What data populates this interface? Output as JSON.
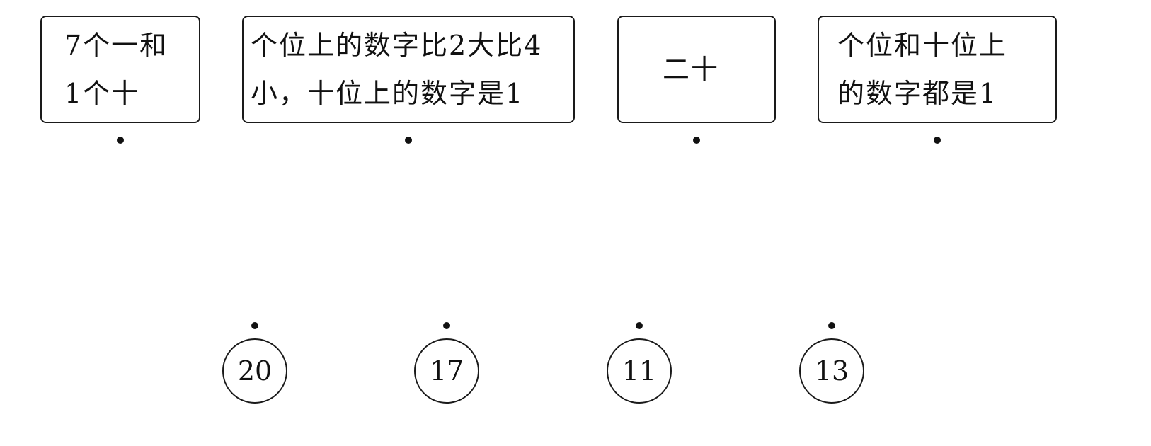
{
  "cards": [
    {
      "lines": [
        "7个一和",
        "1个十"
      ]
    },
    {
      "lines": [
        "个位上的数字比2大比4",
        "小，十位上的数字是1"
      ]
    },
    {
      "lines": [
        "二十"
      ]
    },
    {
      "lines": [
        "个位和十位上",
        "的数字都是1"
      ]
    }
  ],
  "numbers": [
    "20",
    "17",
    "11",
    "13"
  ]
}
